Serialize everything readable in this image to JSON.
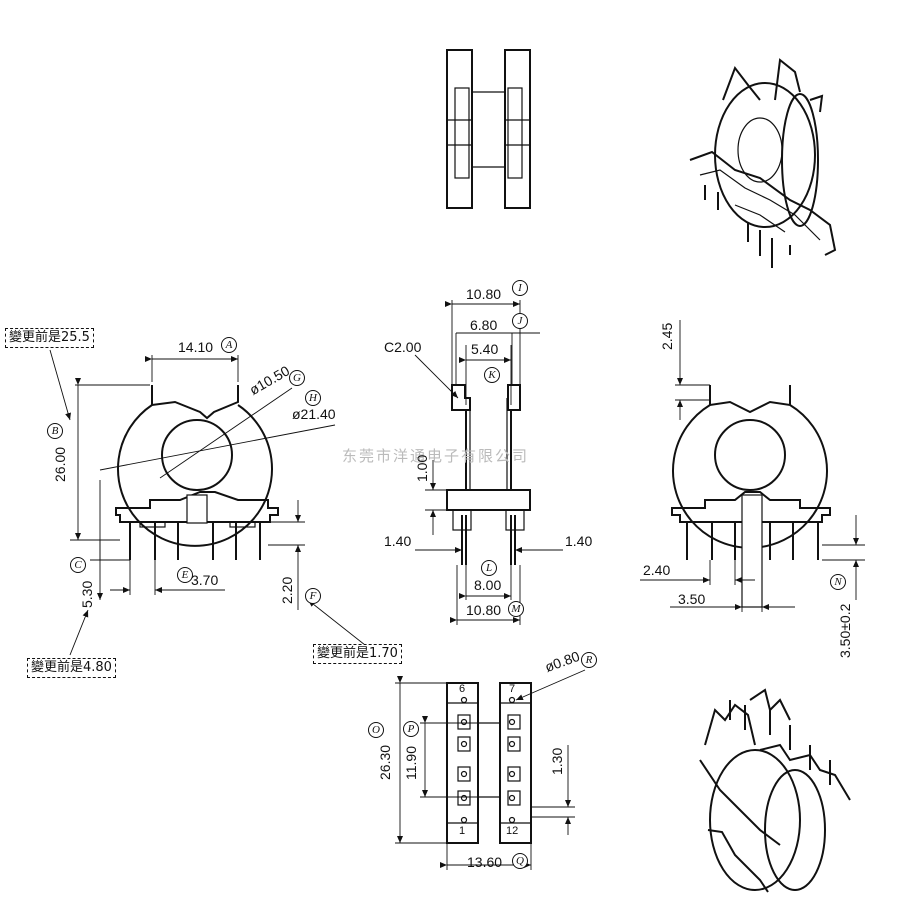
{
  "watermark": "东莞市洋通电子有限公司",
  "notes": {
    "n1": "變更前是25.5",
    "n2": "變更前是4.80",
    "n3": "變更前是1.70"
  },
  "dimensions": {
    "a": "14.10",
    "diam_g": "ø10.50",
    "diam_h": "ø21.40",
    "height_b": "26.00",
    "e": "3.70",
    "c": "5.30",
    "f": "2.20",
    "i": "10.80",
    "j": "6.80",
    "chamfer": "C2.00",
    "k": "5.40",
    "v100": "1.00",
    "left140": "1.40",
    "right140": "1.40",
    "l": "8.00",
    "m": "10.80",
    "top245": "2.45",
    "d240": "2.40",
    "d350": "3.50",
    "n": "3.50±0.2",
    "pin_r": "ø0.80",
    "o": "26.30",
    "p": "11.90",
    "d130": "1.30",
    "q": "13.60"
  },
  "labels": {
    "A": "A",
    "B": "B",
    "C": "C",
    "E": "E",
    "F": "F",
    "G": "G",
    "H": "H",
    "I": "I",
    "J": "J",
    "K": "K",
    "L": "L",
    "M": "M",
    "N": "N",
    "O": "O",
    "P": "P",
    "Q": "Q",
    "R": "R"
  },
  "pins": {
    "p6": "6",
    "p7": "7",
    "p1": "1",
    "p12": "12"
  }
}
